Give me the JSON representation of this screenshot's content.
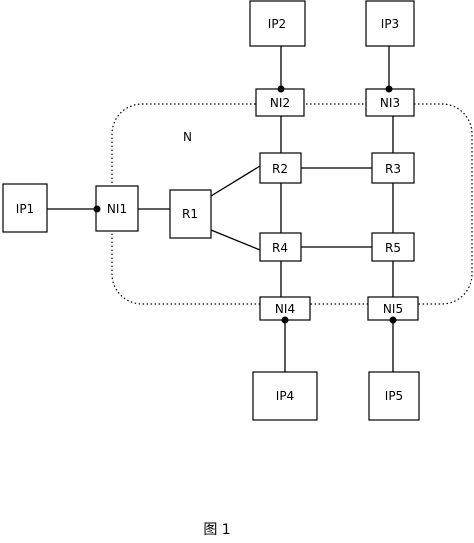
{
  "diagram": {
    "network_label": "N",
    "caption": "图 1",
    "nodes": {
      "ip1": "IP1",
      "ip2": "IP2",
      "ip3": "IP3",
      "ip4": "IP4",
      "ip5": "IP5",
      "ni1": "NI1",
      "ni2": "NI2",
      "ni3": "NI3",
      "ni4": "NI4",
      "ni5": "NI5",
      "r1": "R1",
      "r2": "R2",
      "r3": "R3",
      "r4": "R4",
      "r5": "R5"
    }
  }
}
